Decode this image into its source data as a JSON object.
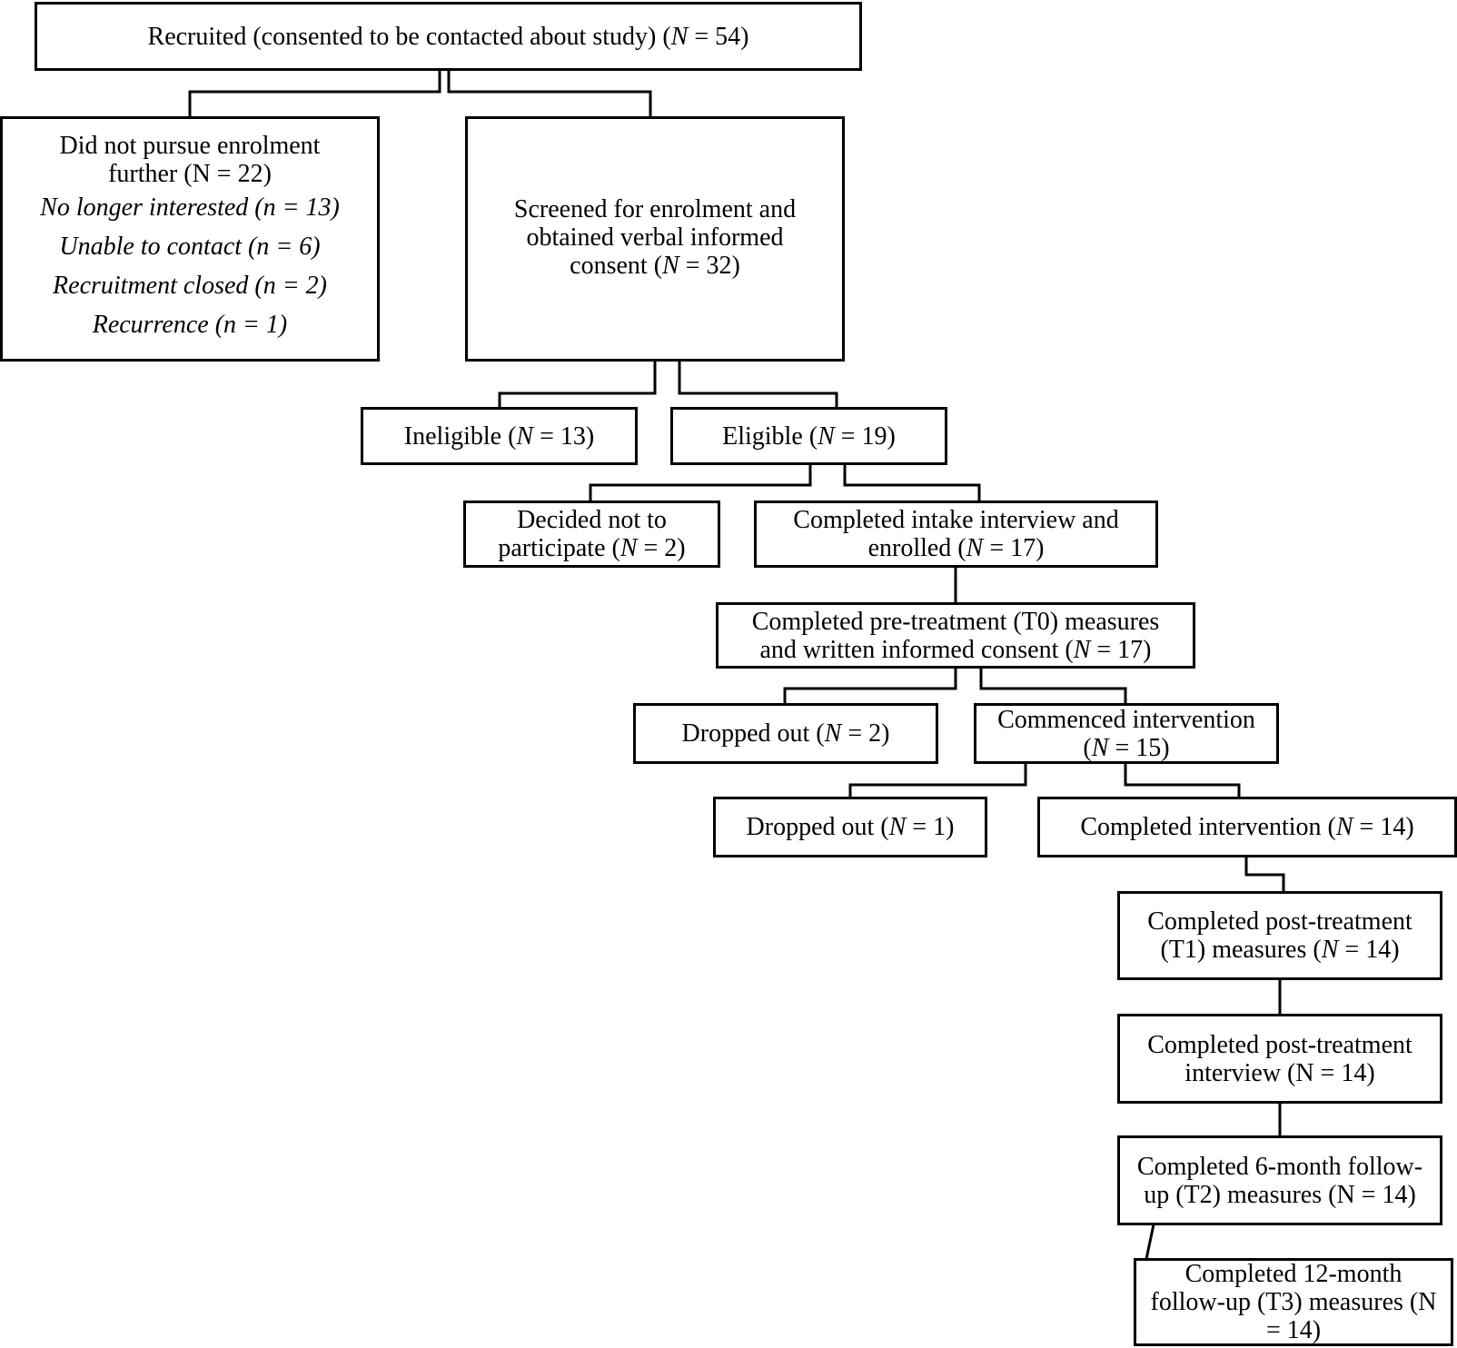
{
  "diagram": {
    "recruited": [
      "Recruited (consented to be contacted about study) (",
      "N",
      " = 54)"
    ],
    "not_pursue": {
      "title": [
        "Did not pursue enrolment",
        "further (N = 22)"
      ],
      "reasons": [
        "No longer interested (n = 13)",
        "Unable to contact (n = 6)",
        "Recruitment closed (n = 2)",
        "Recurrence (n = 1)"
      ]
    },
    "screened": {
      "l1": "Screened for enrolment and",
      "l2": "obtained verbal informed",
      "l3": [
        "consent (",
        "N",
        " = 32)"
      ]
    },
    "ineligible": [
      "Ineligible (",
      "N",
      " = 13)"
    ],
    "eligible": [
      "Eligible (",
      "N",
      " = 19)"
    ],
    "decided_not": {
      "l1": "Decided not to",
      "l2": [
        "participate (",
        "N",
        " = 2)"
      ]
    },
    "intake": {
      "l1": "Completed intake interview and",
      "l2": [
        "enrolled (",
        "N",
        " = 17)"
      ]
    },
    "pre_treatment": {
      "l1": "Completed pre-treatment (T0) measures",
      "l2": [
        "and written informed consent (",
        "N",
        " = 17)"
      ]
    },
    "dropped_1": [
      "Dropped out (",
      "N",
      " = 2)"
    ],
    "commenced": {
      "l1": "Commenced intervention",
      "l2": [
        "(",
        "N",
        " = 15)"
      ]
    },
    "dropped_2": [
      "Dropped out (",
      "N",
      " = 1)"
    ],
    "completed_int": [
      "Completed intervention (",
      "N",
      " = 14)"
    ],
    "post_measures": {
      "l1": "Completed post-treatment",
      "l2": [
        "(T1) measures (",
        "N",
        " = 14)"
      ]
    },
    "post_interview": {
      "l1": "Completed post-treatment",
      "l2": "interview (N = 14)"
    },
    "six_month": {
      "l1": "Completed 6-month follow-",
      "l2": "up (T2) measures (N = 14)"
    },
    "twelve_month": {
      "l1": "Completed 12-month",
      "l2": "follow-up (T3) measures (N",
      "l3": "= 14)"
    }
  }
}
